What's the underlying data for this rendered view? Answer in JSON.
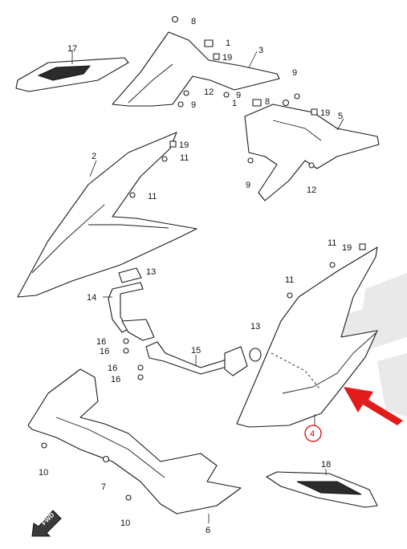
{
  "highlight_color": "#d40000",
  "callouts": {
    "c1": "1",
    "c2": "2",
    "c3": "3",
    "c4": "4",
    "c5": "5",
    "c6": "6",
    "c7": "7",
    "c8a": "8",
    "c8b": "8",
    "c9a": "9",
    "c9b": "9",
    "c9c": "9",
    "c9d": "9",
    "c10a": "10",
    "c10b": "10",
    "c11a": "11",
    "c11b": "11",
    "c11c": "11",
    "c11d": "11",
    "c12a": "12",
    "c12b": "12",
    "c13a": "13",
    "c13b": "13",
    "c14": "14",
    "c15": "15",
    "c16a": "16",
    "c16b": "16",
    "c16c": "16",
    "c16d": "16",
    "c17": "17",
    "c18": "18",
    "c19a": "19",
    "c19b": "19",
    "c19c": "19",
    "c19d": "19"
  },
  "highlighted_callout": "4",
  "fwd_label": "FWD",
  "icons": {
    "pointer": "arrow-right-down-icon",
    "fwd": "fwd-arrow-icon",
    "marker": "square-marker-icon"
  }
}
